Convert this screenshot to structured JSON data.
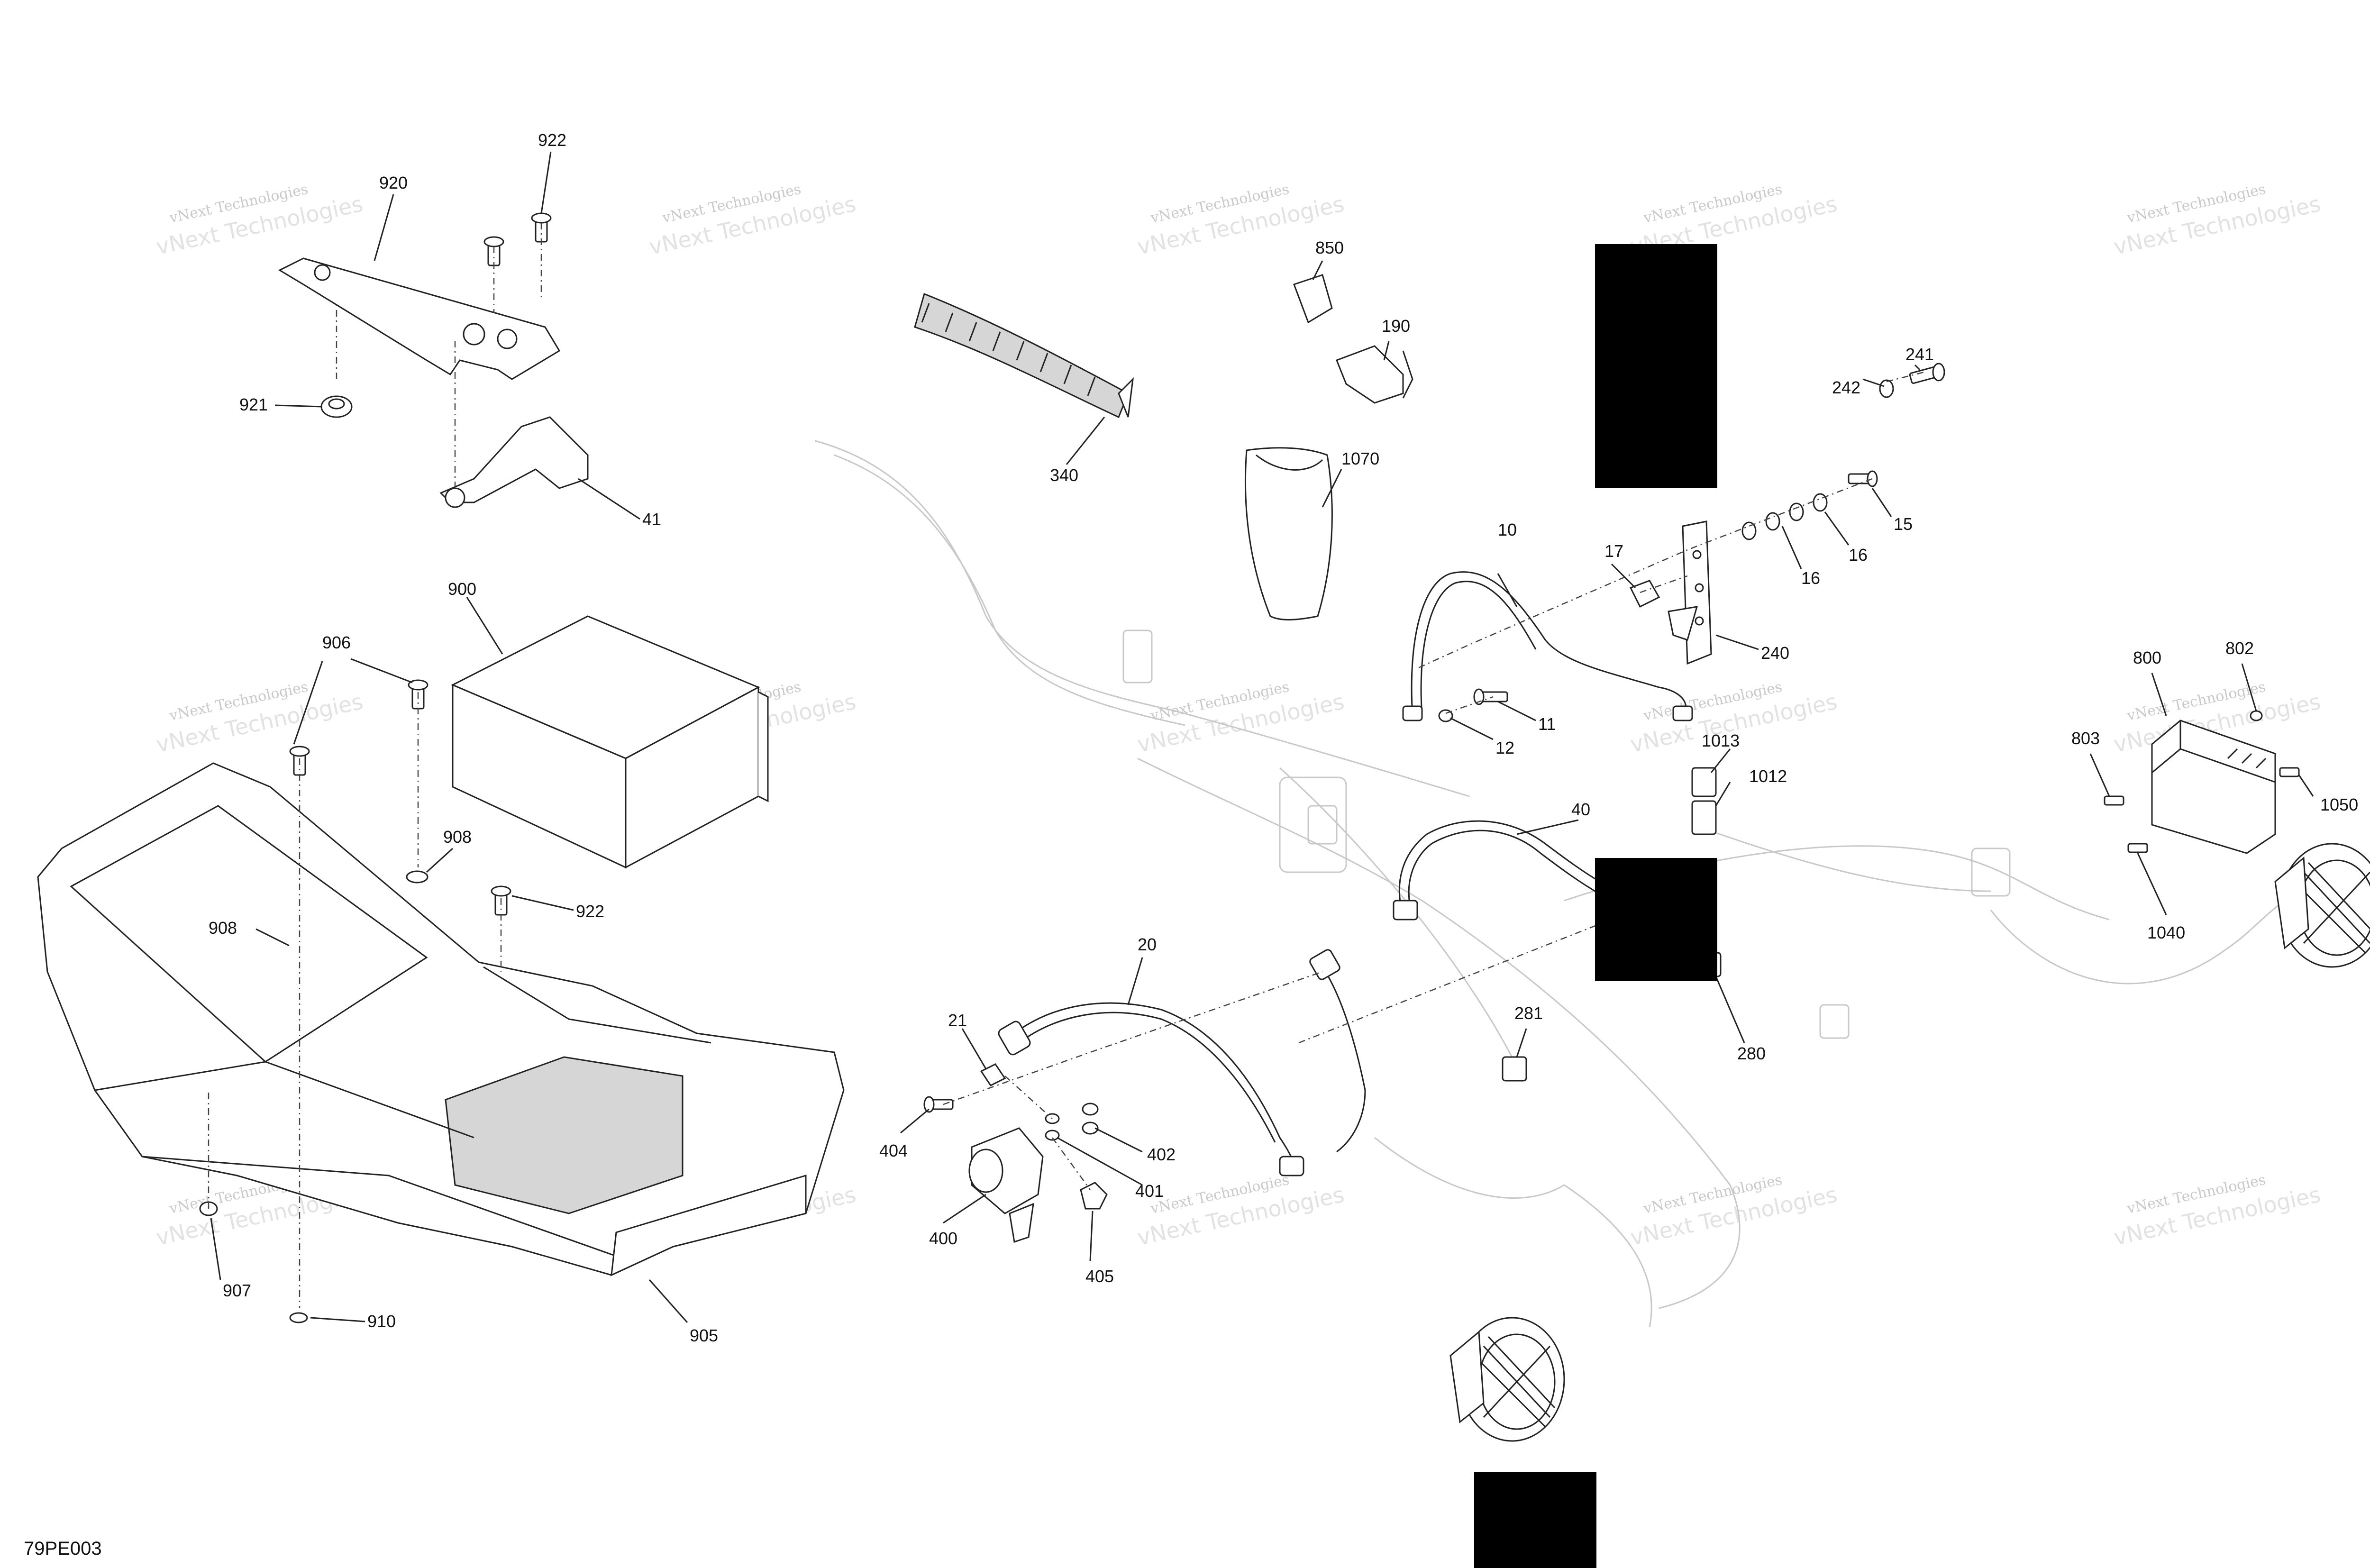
{
  "diagram_ref": "79PE003",
  "watermark": {
    "line1": "vNext Technologies",
    "line2": "vNext Technologies"
  },
  "callouts": [
    {
      "id": "c922a",
      "label": "922"
    },
    {
      "id": "c920",
      "label": "920"
    },
    {
      "id": "c921",
      "label": "921"
    },
    {
      "id": "c41",
      "label": "41"
    },
    {
      "id": "c900",
      "label": "900"
    },
    {
      "id": "c906",
      "label": "906"
    },
    {
      "id": "c908a",
      "label": "908"
    },
    {
      "id": "c908b",
      "label": "908"
    },
    {
      "id": "c922b",
      "label": "922"
    },
    {
      "id": "c907",
      "label": "907"
    },
    {
      "id": "c910",
      "label": "910"
    },
    {
      "id": "c905",
      "label": "905"
    },
    {
      "id": "c340",
      "label": "340"
    },
    {
      "id": "c850",
      "label": "850"
    },
    {
      "id": "c190",
      "label": "190"
    },
    {
      "id": "c1070",
      "label": "1070"
    },
    {
      "id": "c241",
      "label": "241"
    },
    {
      "id": "c242",
      "label": "242"
    },
    {
      "id": "c15",
      "label": "15"
    },
    {
      "id": "c16a",
      "label": "16"
    },
    {
      "id": "c16b",
      "label": "16"
    },
    {
      "id": "c17",
      "label": "17"
    },
    {
      "id": "c10",
      "label": "10"
    },
    {
      "id": "c240",
      "label": "240"
    },
    {
      "id": "c11",
      "label": "11"
    },
    {
      "id": "c12",
      "label": "12"
    },
    {
      "id": "c1013",
      "label": "1013"
    },
    {
      "id": "c1012",
      "label": "1012"
    },
    {
      "id": "c40",
      "label": "40"
    },
    {
      "id": "c20",
      "label": "20"
    },
    {
      "id": "c21",
      "label": "21"
    },
    {
      "id": "c404",
      "label": "404"
    },
    {
      "id": "c402",
      "label": "402"
    },
    {
      "id": "c401",
      "label": "401"
    },
    {
      "id": "c400",
      "label": "400"
    },
    {
      "id": "c405",
      "label": "405"
    },
    {
      "id": "c281",
      "label": "281"
    },
    {
      "id": "c280",
      "label": "280"
    },
    {
      "id": "c800",
      "label": "800"
    },
    {
      "id": "c802",
      "label": "802"
    },
    {
      "id": "c803",
      "label": "803"
    },
    {
      "id": "c1050",
      "label": "1050"
    },
    {
      "id": "c1040",
      "label": "1040"
    }
  ]
}
